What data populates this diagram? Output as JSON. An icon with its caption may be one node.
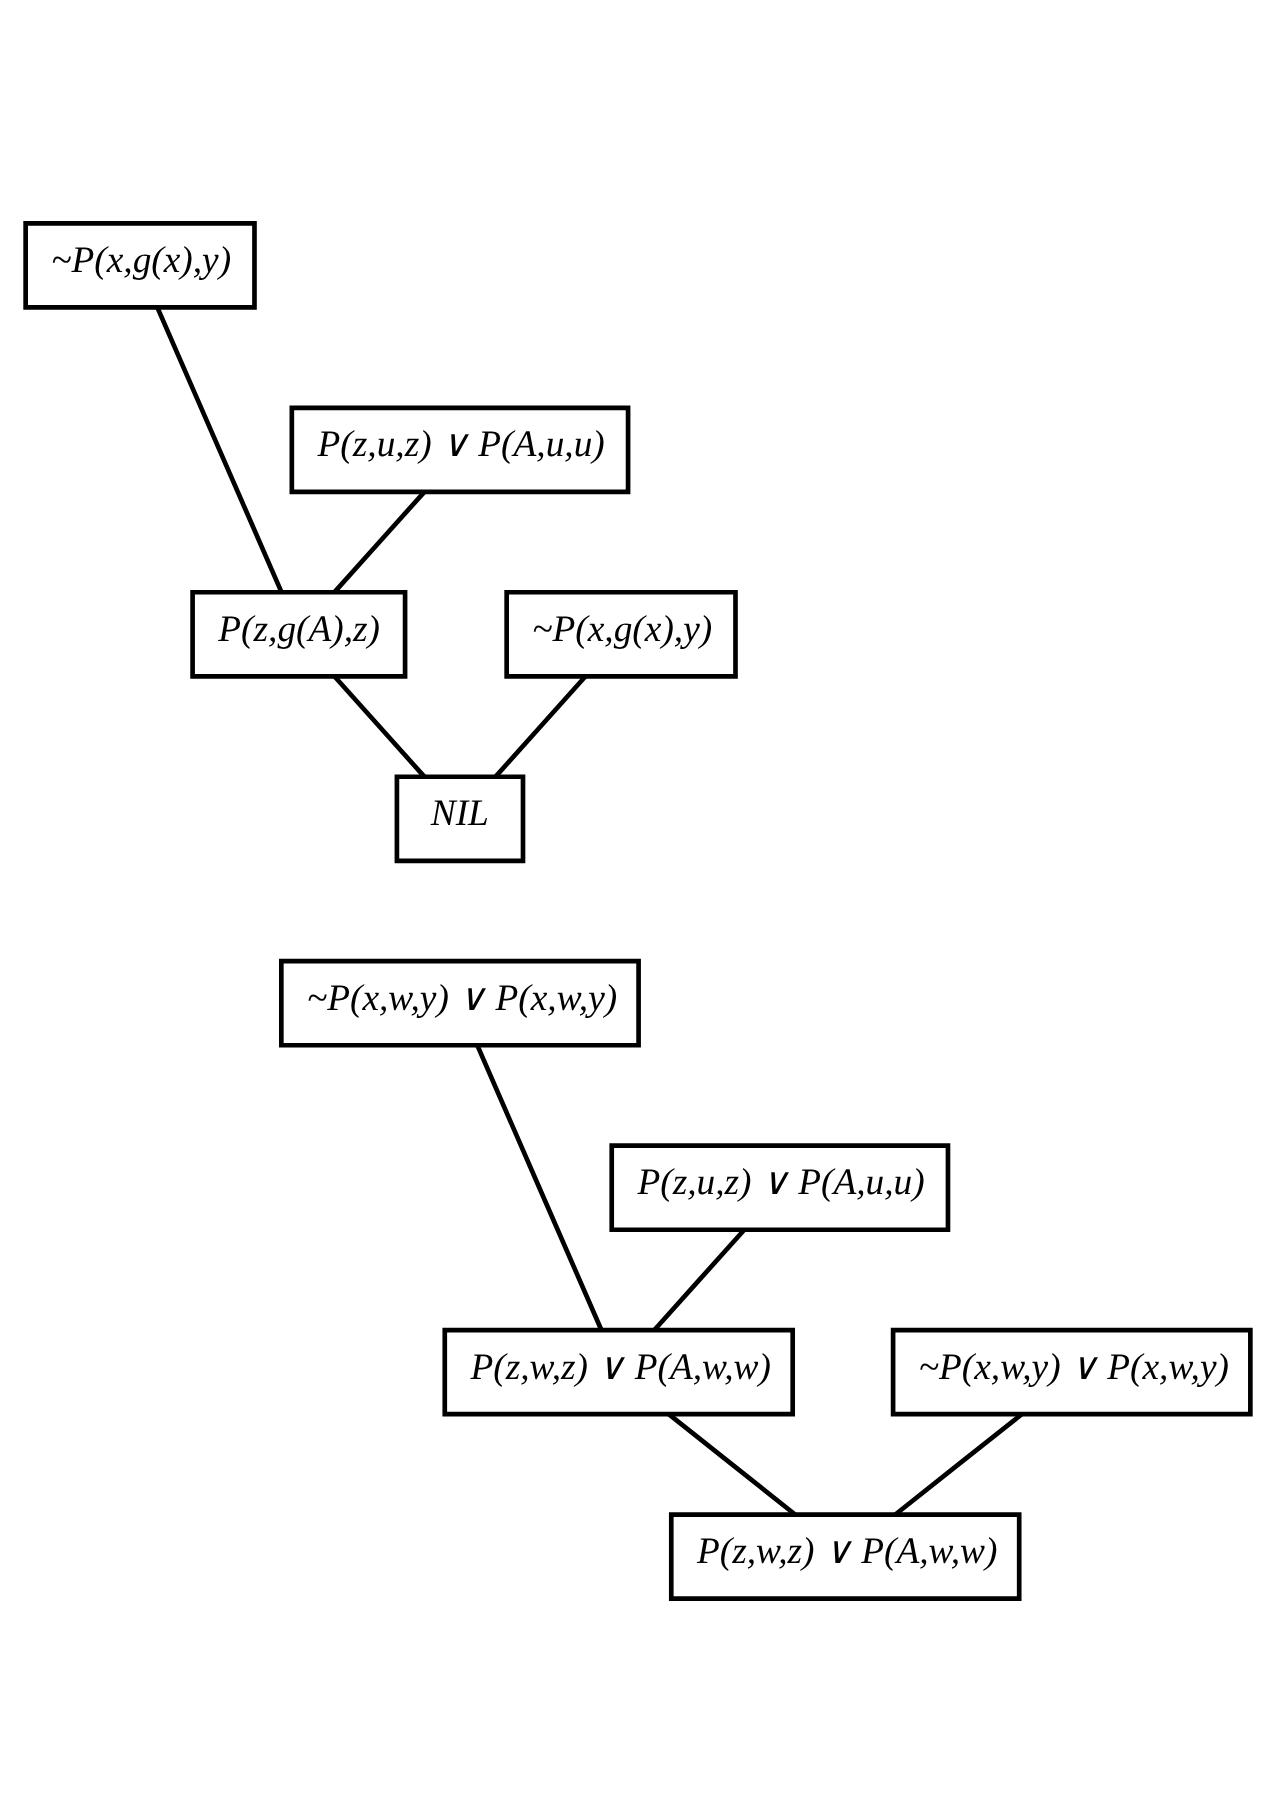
{
  "diagram": {
    "nodes": [
      {
        "text": [
          "~P(x,g(x),y)"
        ]
      },
      {
        "text": [
          "P(z,u,z) ∨ P(A,u,u)"
        ]
      },
      {
        "text": [
          "~P(x,g(x),y)"
        ]
      },
      {
        "text": [
          "P(z,g(A),z)"
        ]
      },
      {
        "text": [
          "NIL"
        ]
      },
      {
        "text": [
          "~P(x,w,y) ∨ P(x,w,y)"
        ]
      },
      {
        "text": [
          "P(z,u,z) ∨ P(A,u,u)"
        ]
      },
      {
        "text": [
          "~P(x,w,y) ∨ P(x,w,y)"
        ]
      },
      {
        "text": [
          "P(z,w,z) ∨ P(A,w,w)"
        ]
      },
      {
        "text": [
          "P(z,w,z) ∨ P(A,w,w)"
        ]
      }
    ],
    "edges": [
      {
        "from": 0,
        "to": 3,
        "arrow": "none"
      },
      {
        "from": 1,
        "to": 3,
        "arrow": "none"
      },
      {
        "from": 2,
        "to": 4,
        "arrow": "none"
      },
      {
        "from": 3,
        "to": 4,
        "arrow": "none"
      },
      {
        "from": 5,
        "to": 8,
        "arrow": "none"
      },
      {
        "from": 6,
        "to": 8,
        "arrow": "none"
      },
      {
        "from": 7,
        "to": 9,
        "arrow": "none"
      },
      {
        "from": 8,
        "to": 9,
        "arrow": "none"
      }
    ]
  }
}
